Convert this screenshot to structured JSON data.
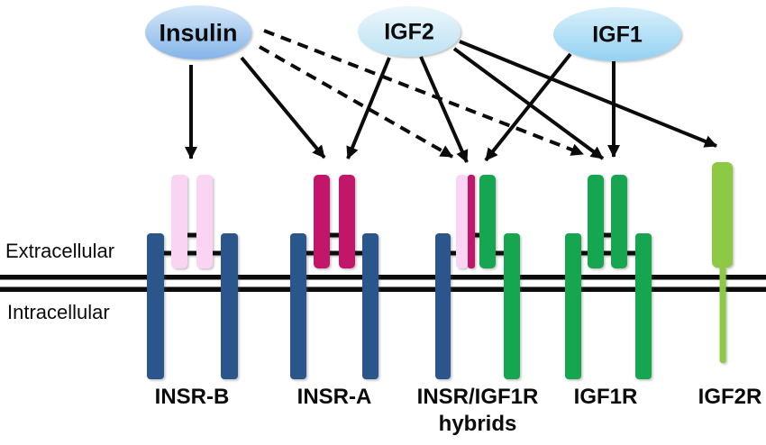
{
  "diagram": {
    "type": "signaling-pathway",
    "description": "Insulin and IGF ligands binding to insulin/IGF receptor family"
  },
  "ligands": [
    {
      "id": "insulin",
      "label": "Insulin"
    },
    {
      "id": "igf2",
      "label": "IGF2"
    },
    {
      "id": "igf1",
      "label": "IGF1"
    }
  ],
  "compartments": {
    "extracellular": "Extracellular",
    "intracellular": "Intracellular"
  },
  "receptors": [
    {
      "id": "insr-b",
      "label": "INSR-B"
    },
    {
      "id": "insr-a",
      "label": "INSR-A"
    },
    {
      "id": "hybrids",
      "label": "INSR/IGF1R",
      "label_line2": "hybrids"
    },
    {
      "id": "igf1r",
      "label": "IGF1R"
    },
    {
      "id": "igf2r",
      "label": "IGF2R"
    }
  ],
  "interactions": [
    {
      "from": "Insulin",
      "to": "INSR-B",
      "line": "solid"
    },
    {
      "from": "Insulin",
      "to": "INSR-A",
      "line": "solid"
    },
    {
      "from": "Insulin",
      "to": "INSR/IGF1R hybrids",
      "line": "dashed"
    },
    {
      "from": "Insulin",
      "to": "IGF1R",
      "line": "dashed"
    },
    {
      "from": "IGF2",
      "to": "INSR-A",
      "line": "solid"
    },
    {
      "from": "IGF2",
      "to": "INSR/IGF1R hybrids",
      "line": "solid"
    },
    {
      "from": "IGF2",
      "to": "IGF1R",
      "line": "solid"
    },
    {
      "from": "IGF2",
      "to": "IGF2R",
      "line": "solid"
    },
    {
      "from": "IGF1",
      "to": "INSR/IGF1R hybrids",
      "line": "solid"
    },
    {
      "from": "IGF1",
      "to": "IGF1R",
      "line": "solid"
    }
  ],
  "colors": {
    "line_black": "#0b0b0b",
    "receptor_blue": "#2B578C",
    "alpha_pink": "#FAD5F3",
    "alpha_magenta": "#C2186B",
    "receptor_green": "#17A64F",
    "igf2r_green": "#8DC945",
    "insulin_top": "#D4E7F8",
    "insulin_bottom": "#84B4E9",
    "igf2_top": "#EBF6FB",
    "igf2_bottom": "#BCE2F3",
    "igf1_top": "#D8EFFA",
    "igf1_bottom": "#93D1F2"
  }
}
